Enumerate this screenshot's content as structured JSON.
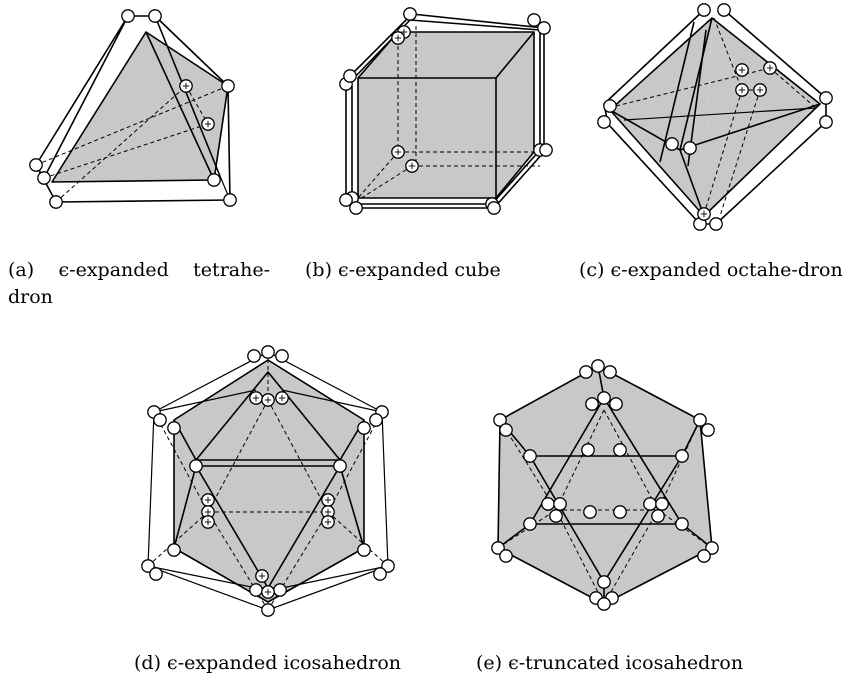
{
  "captions": {
    "a": {
      "label": "(a)",
      "text": "ϵ-expanded tetrahe-dron"
    },
    "b": {
      "label": "(b)",
      "text": "ϵ-expanded cube"
    },
    "c": {
      "label": "(c)",
      "text": "ϵ-expanded octahe-dron"
    },
    "d": {
      "label": "(d)",
      "text": "ϵ-expanded icosahedron"
    },
    "e": {
      "label": "(e)",
      "text": "ϵ-truncated icosahedron"
    }
  },
  "colors": {
    "face_fill": "#c8c8c8",
    "stroke": "#000000",
    "vertex_fill": "#ffffff"
  }
}
